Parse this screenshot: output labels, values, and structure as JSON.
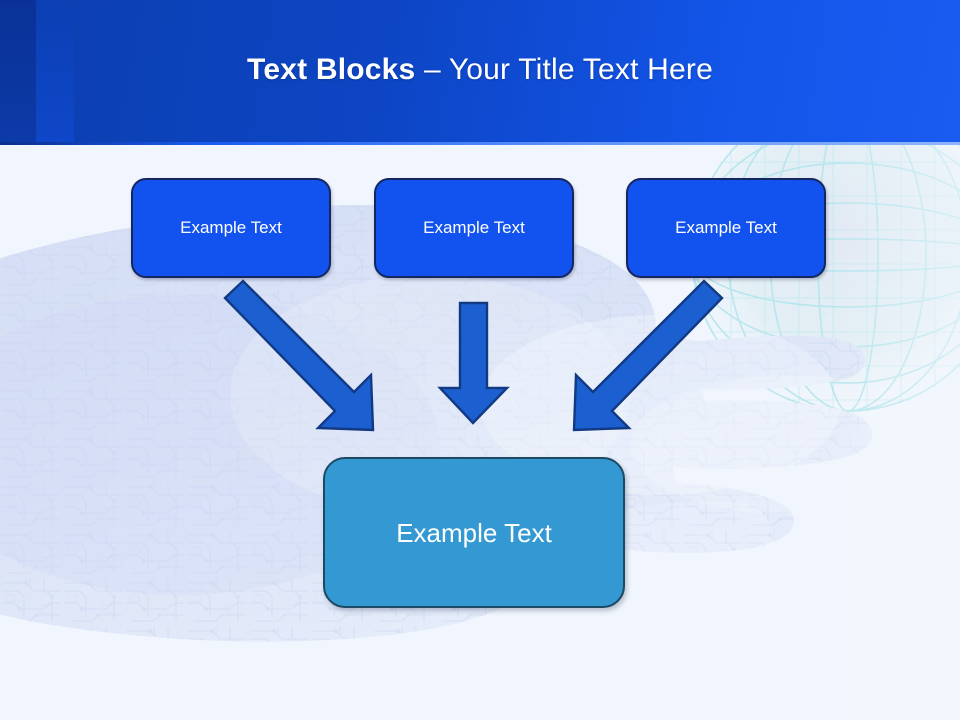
{
  "slide": {
    "background_color": "#f1f5fd",
    "header": {
      "title_bold": "Text Blocks",
      "title_rest": " – Your Title Text Here",
      "band_color": "#1355e8",
      "stripe_dark_color": "#0a3296",
      "stripe_mid_color": "#0e47c8",
      "text_color": "#ffffff"
    },
    "background_art": {
      "hand_description": "circuit-board robotic hand",
      "hand_tint": "#c9d4f2",
      "globe_description": "wireframe globe mesh",
      "globe_tint": "#9fe3e6"
    }
  },
  "diagram": {
    "top_boxes": [
      {
        "label": "Example Text",
        "fill": "#1252ee",
        "border": "#15275e"
      },
      {
        "label": "Example Text",
        "fill": "#1252ee",
        "border": "#15275e"
      },
      {
        "label": "Example Text",
        "fill": "#1252ee",
        "border": "#15275e"
      }
    ],
    "bottom_box": {
      "label": "Example Text",
      "fill": "#3498d2",
      "border": "#1d4a63"
    },
    "arrows": [
      {
        "name": "arrow-left-diagonal",
        "direction": "down-right",
        "color": "#1c5fd0",
        "border": "#123a82"
      },
      {
        "name": "arrow-middle-vertical",
        "direction": "down",
        "color": "#1c5fd0",
        "border": "#123a82"
      },
      {
        "name": "arrow-right-diagonal",
        "direction": "down-left",
        "color": "#1c5fd0",
        "border": "#123a82"
      }
    ]
  }
}
